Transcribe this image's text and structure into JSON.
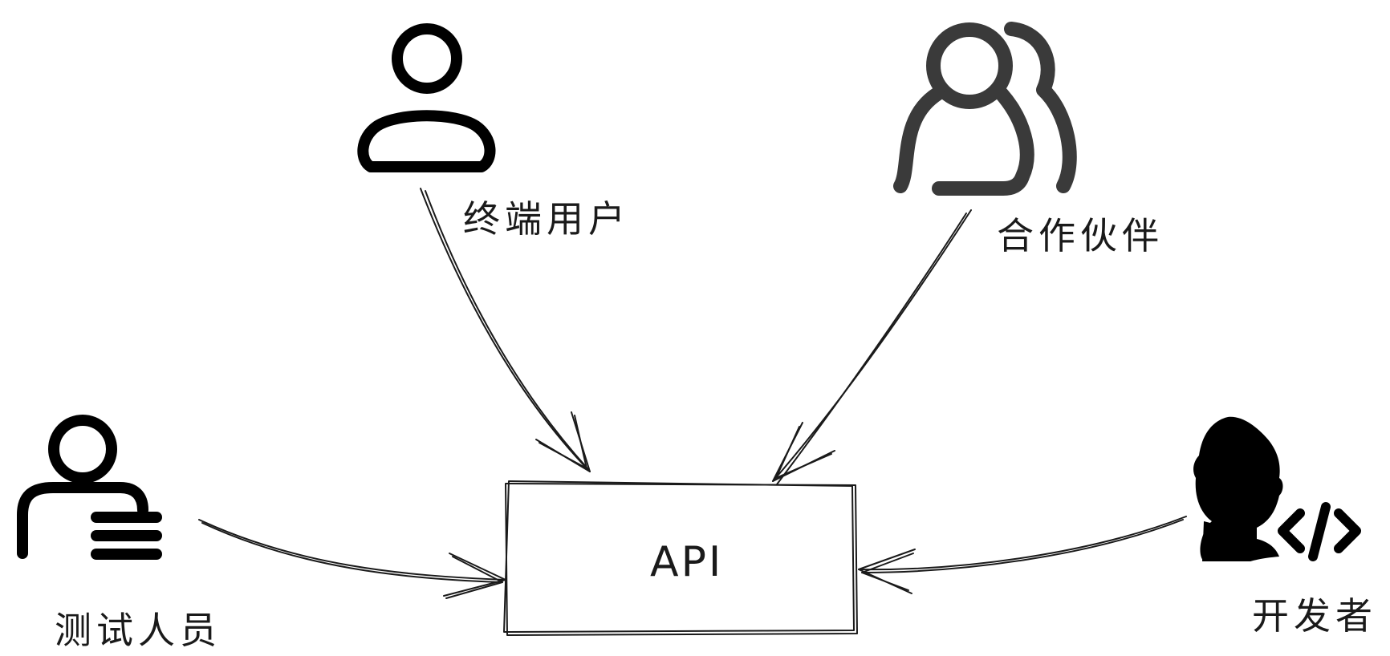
{
  "nodes": {
    "end_user": {
      "label": "终端用户",
      "icon": "user-outline-icon"
    },
    "partner": {
      "label": "合作伙伴",
      "icon": "user-group-icon"
    },
    "tester": {
      "label": "测试人员",
      "icon": "user-list-icon"
    },
    "developer": {
      "label": "开发者",
      "icon": "developer-code-icon"
    },
    "api": {
      "label": "API"
    }
  },
  "edges": [
    {
      "from": "终端用户",
      "to": "API"
    },
    {
      "from": "合作伙伴",
      "to": "API"
    },
    {
      "from": "测试人员",
      "to": "API"
    },
    {
      "from": "开发者",
      "to": "API"
    }
  ],
  "colors": {
    "ink": "#1a1a1a",
    "partner_icon": "#3a3a3a"
  }
}
